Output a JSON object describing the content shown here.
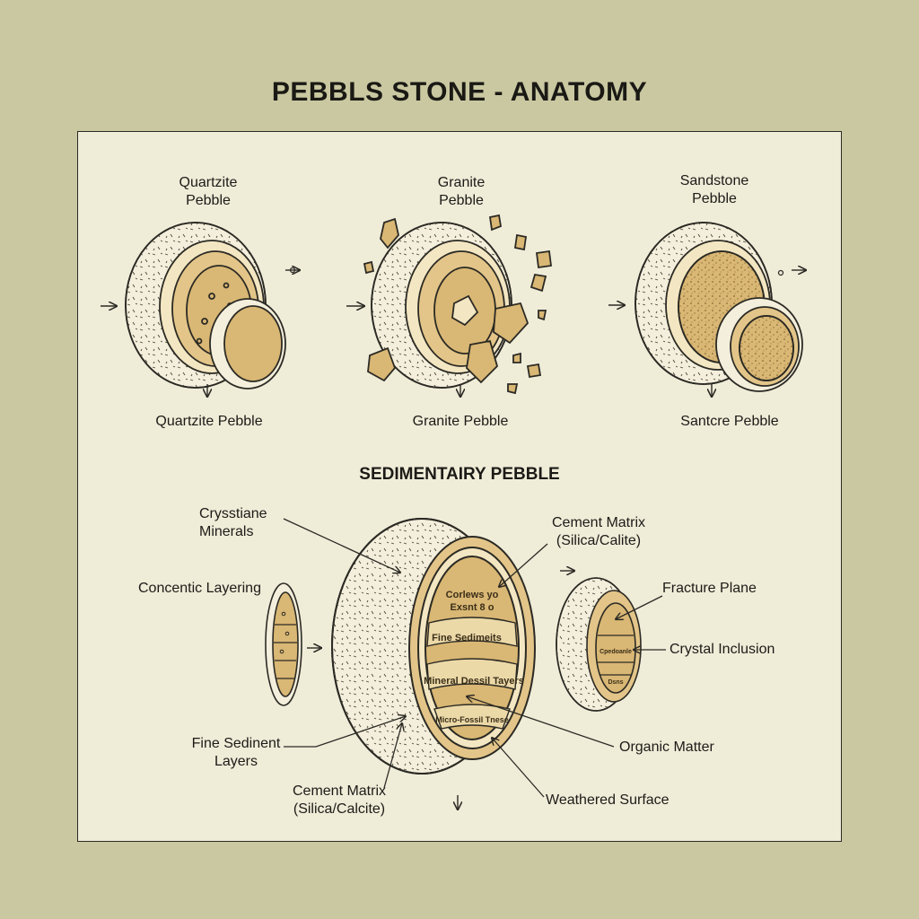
{
  "title": "PEBBLS STONE - ANATOMY",
  "top_row": {
    "quartzite": {
      "header": "Quartzite\nPebble",
      "caption": "Quartzite Pebble"
    },
    "granite": {
      "header": "Granite\nPebble",
      "caption": "Granite Pebble"
    },
    "sandstone": {
      "header": "Sandstone\nPebble",
      "caption": "Santcre Pebble"
    }
  },
  "section_title": "SEDIMENTAIRY PEBBLE",
  "labels": {
    "crystalline_minerals": "Crysstiane\nMinerals",
    "concentric_layering": "Concentic Layering",
    "fine_sediment_layers": "Fine Sedinent\nLayers",
    "cement_matrix_bottom": "Cement Matrix\n(Silica/Calcite)",
    "cement_matrix_top": "Cement Matrix\n(Silica/Calite)",
    "fracture_plane": "Fracture Plane",
    "crystal_inclusion": "Crystal Inclusion",
    "organic_matter": "Organic Matter",
    "weathered_surface": "Weathered Surface"
  },
  "inner_labels": {
    "band1_line1": "Corlews yo",
    "band1_line2": "Exsnt 8 o",
    "band2": "Fine Sedimeits",
    "band3": "Mineral Dessil Tayers",
    "band4": "Micro-Fossil Tnese",
    "small1": "Cpedoanle",
    "small2": "Dsns"
  },
  "colors": {
    "background": "#c9c8a1",
    "panel": "#efecd8",
    "tan": "#d9b774",
    "light_tan": "#e8d2a0",
    "outline": "#2b2a24"
  }
}
